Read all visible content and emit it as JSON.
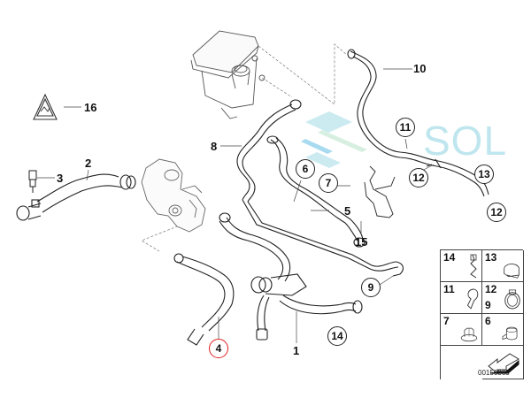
{
  "diagram": {
    "title": "Cooling system – coolant hoses",
    "callouts": [
      {
        "id": "callout-1",
        "label": "1",
        "style": "plain"
      },
      {
        "id": "callout-2",
        "label": "2",
        "style": "plain"
      },
      {
        "id": "callout-3",
        "label": "3",
        "style": "plain"
      },
      {
        "id": "callout-4",
        "label": "4",
        "style": "circled-red"
      },
      {
        "id": "callout-5",
        "label": "5",
        "style": "plain"
      },
      {
        "id": "callout-6",
        "label": "6",
        "style": "circled"
      },
      {
        "id": "callout-7",
        "label": "7",
        "style": "circled"
      },
      {
        "id": "callout-8",
        "label": "8",
        "style": "plain"
      },
      {
        "id": "callout-9",
        "label": "9",
        "style": "circled"
      },
      {
        "id": "callout-10",
        "label": "10",
        "style": "plain"
      },
      {
        "id": "callout-11",
        "label": "11",
        "style": "circled"
      },
      {
        "id": "callout-12a",
        "label": "12",
        "style": "circled"
      },
      {
        "id": "callout-12b",
        "label": "12",
        "style": "circled"
      },
      {
        "id": "callout-13",
        "label": "13",
        "style": "circled"
      },
      {
        "id": "callout-14",
        "label": "14",
        "style": "circled"
      },
      {
        "id": "callout-15",
        "label": "15",
        "style": "plain"
      },
      {
        "id": "callout-16",
        "label": "16",
        "style": "plain"
      }
    ],
    "parts": [
      "expansion-tank",
      "water-pump-thermostat",
      "temperature-sensor",
      "warning-sticker",
      "hose-1",
      "hose-2",
      "hose-4",
      "hose-5",
      "hose-8",
      "hose-10",
      "bracket-15"
    ],
    "accent_color": "#e02020"
  },
  "legend": {
    "cells": [
      {
        "numbers": [
          "14"
        ],
        "part": "clip"
      },
      {
        "numbers": [
          "13"
        ],
        "part": "hose-clamp-bracket"
      },
      {
        "numbers": [
          "11"
        ],
        "part": "clip"
      },
      {
        "numbers": [
          "12",
          "9"
        ],
        "part": "hose-clamp"
      },
      {
        "numbers": [
          "7"
        ],
        "part": "nut"
      },
      {
        "numbers": [
          "6"
        ],
        "part": "clamp"
      }
    ],
    "code": "00156365"
  },
  "watermark": {
    "text": "SOL",
    "colors": [
      "#bfe6ee",
      "#cdeadb",
      "#8fd0ee"
    ]
  }
}
